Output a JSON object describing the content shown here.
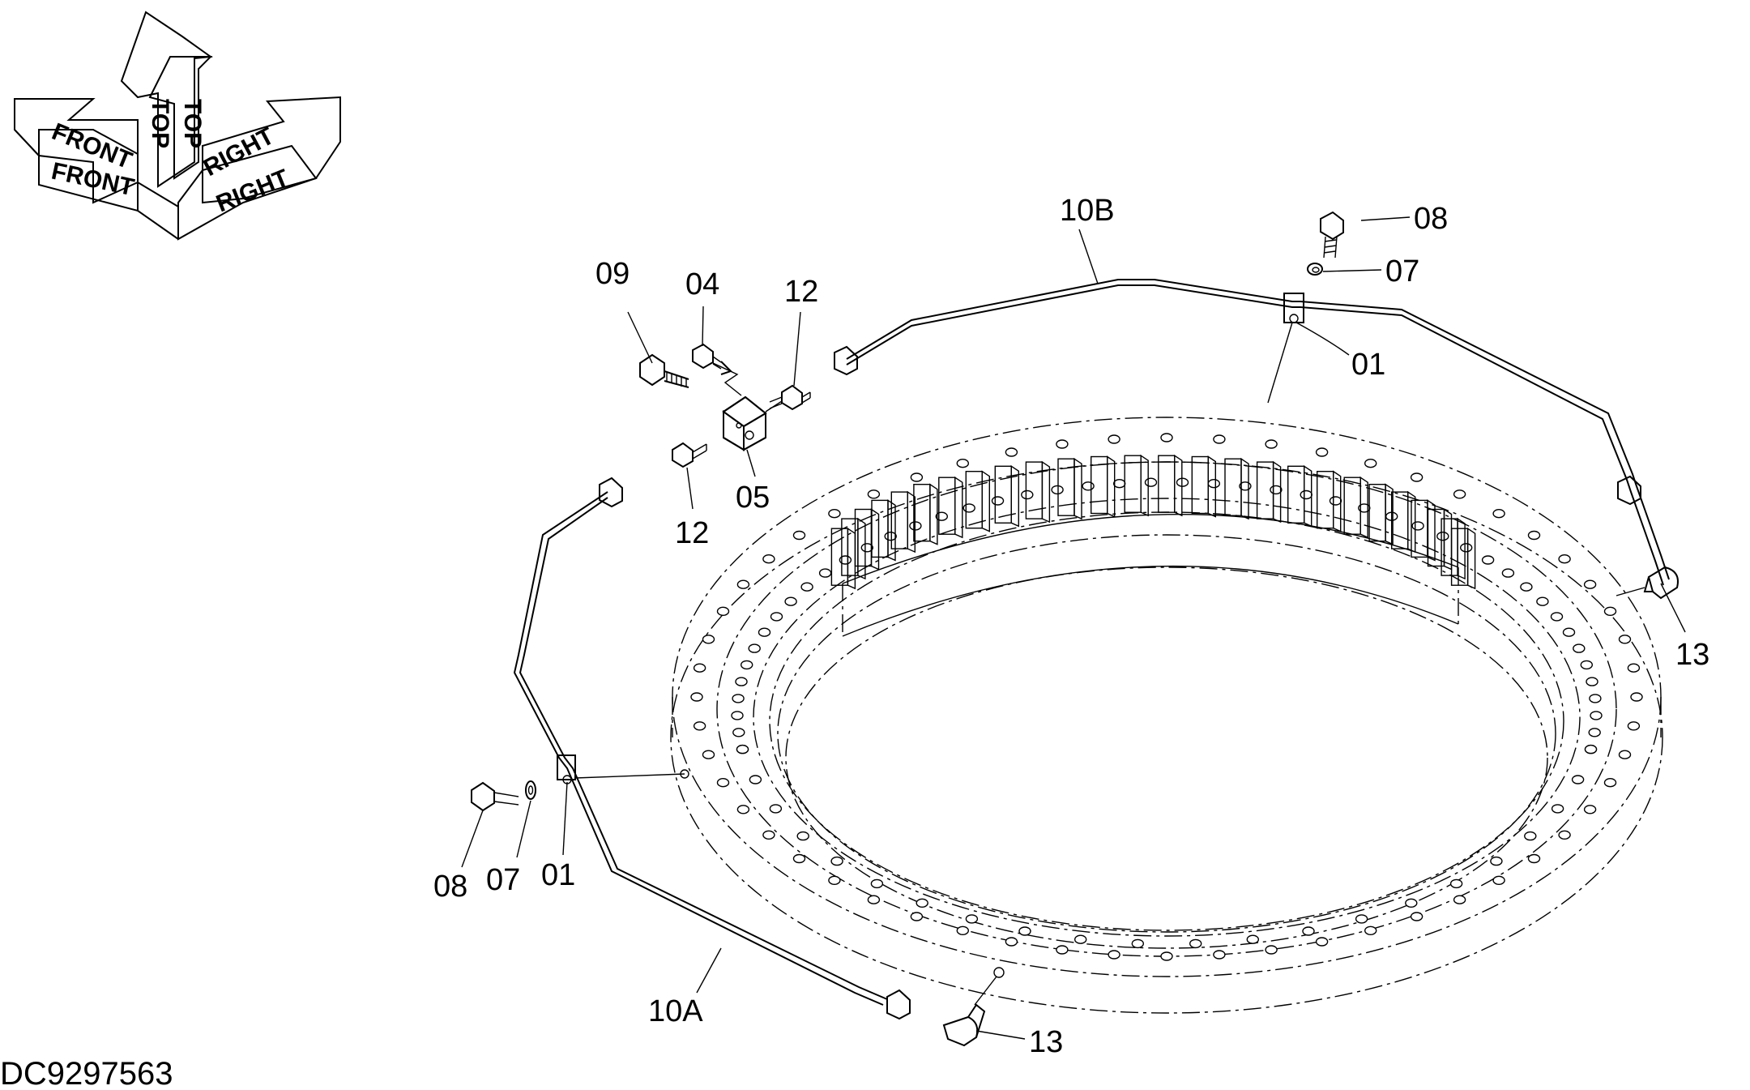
{
  "document": {
    "reference_number": "DC9297563"
  },
  "orientation_arrows": {
    "front": "FRONT",
    "top": "TOP",
    "right": "RIGHT"
  },
  "callouts": {
    "pipe_10b": "10B",
    "bolt_08_upper": "08",
    "washer_07_upper": "07",
    "clamp_01_upper": "01",
    "bolt_09": "09",
    "adapter_04": "04",
    "adapter_12_upper": "12",
    "block_05": "05",
    "adapter_12_lower": "12",
    "elbow_13_right": "13",
    "bolt_08_lower": "08",
    "washer_07_lower": "07",
    "clamp_01_lower": "01",
    "pipe_10a": "10A",
    "elbow_13_lower": "13"
  }
}
